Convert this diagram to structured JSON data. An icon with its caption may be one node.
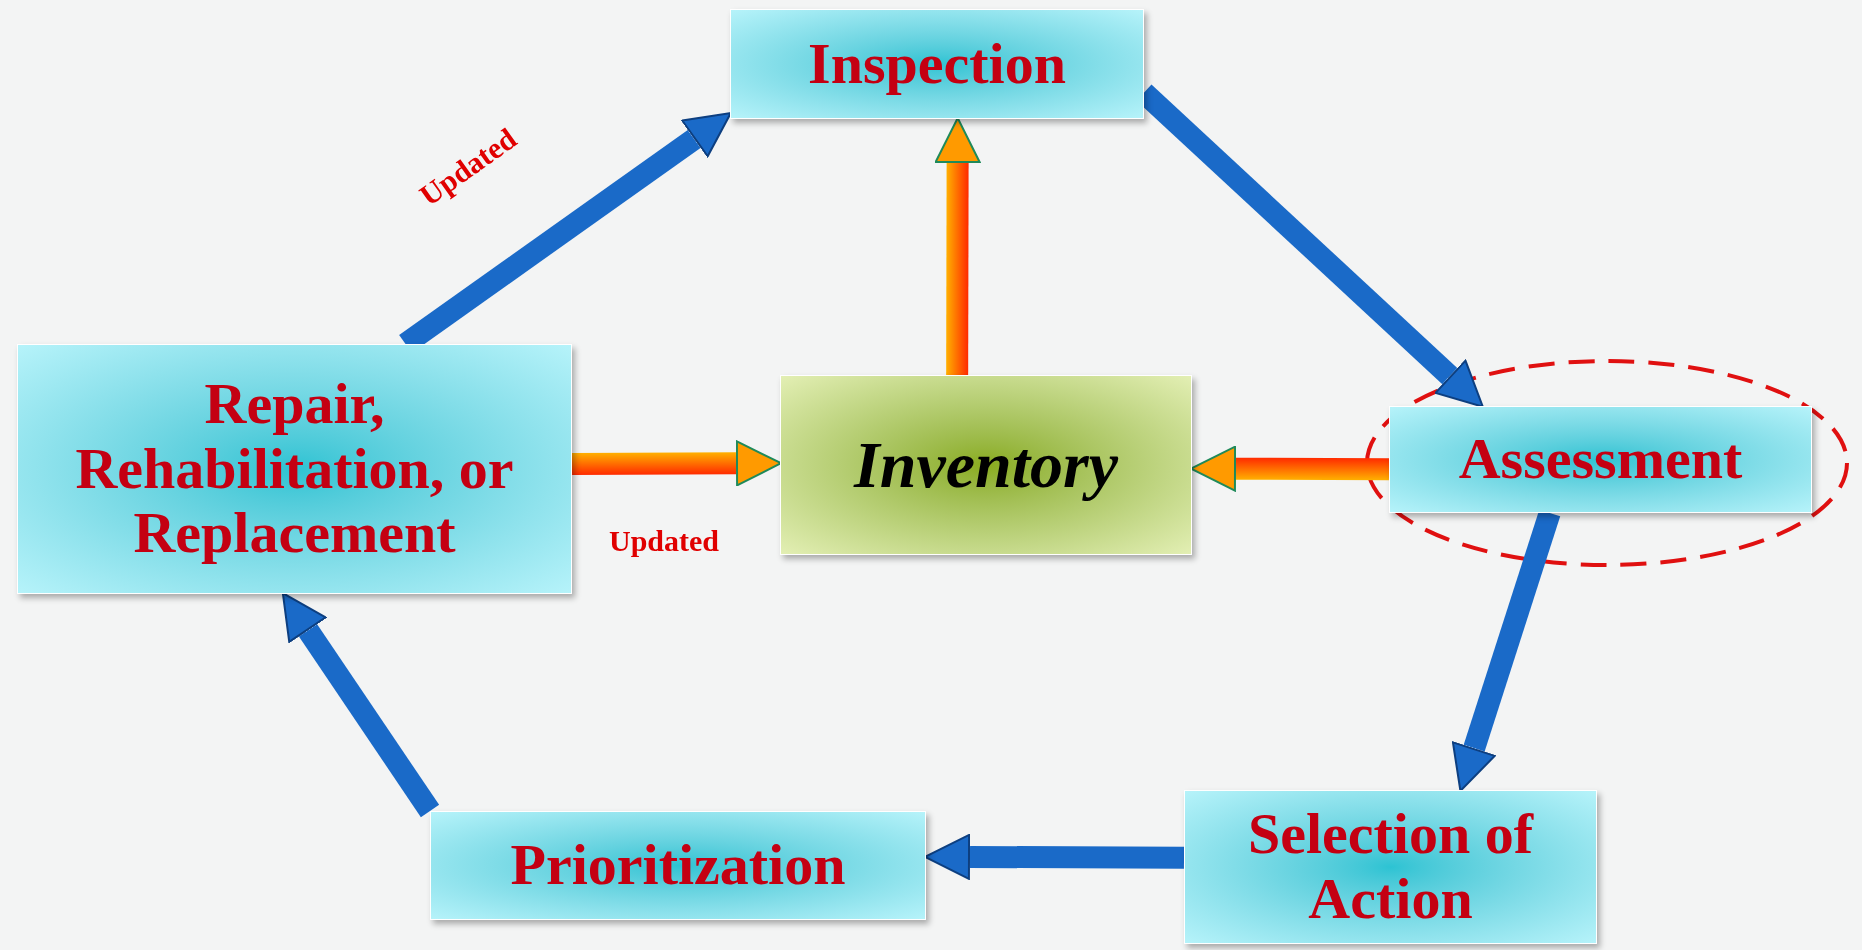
{
  "diagram": {
    "nodes": [
      {
        "text": [
          "Inspection"
        ]
      },
      {
        "text": [
          "Repair, Rehabilitation, or Replacement"
        ]
      },
      {
        "text": [
          "Inventory"
        ]
      },
      {
        "text": [
          "Assessment"
        ]
      },
      {
        "text": [
          "Selection of Action"
        ]
      },
      {
        "text": [
          "Prioritization"
        ]
      }
    ],
    "edges": [
      {
        "from": 1,
        "to": 0,
        "arrow": "to",
        "label": "Updated"
      },
      {
        "from": 0,
        "to": 3,
        "arrow": "to"
      },
      {
        "from": 2,
        "to": 0,
        "arrow": "to",
        "color": "#ff2a00"
      },
      {
        "from": 1,
        "to": 2,
        "arrow": "to",
        "label": "Updated",
        "color": "#ff2a00"
      },
      {
        "from": 3,
        "to": 2,
        "arrow": "to",
        "color": "#ff2a00"
      },
      {
        "from": 3,
        "to": 4,
        "arrow": "to"
      },
      {
        "from": 4,
        "to": 5,
        "arrow": "to"
      },
      {
        "from": 5,
        "to": 1,
        "arrow": "to"
      }
    ]
  }
}
